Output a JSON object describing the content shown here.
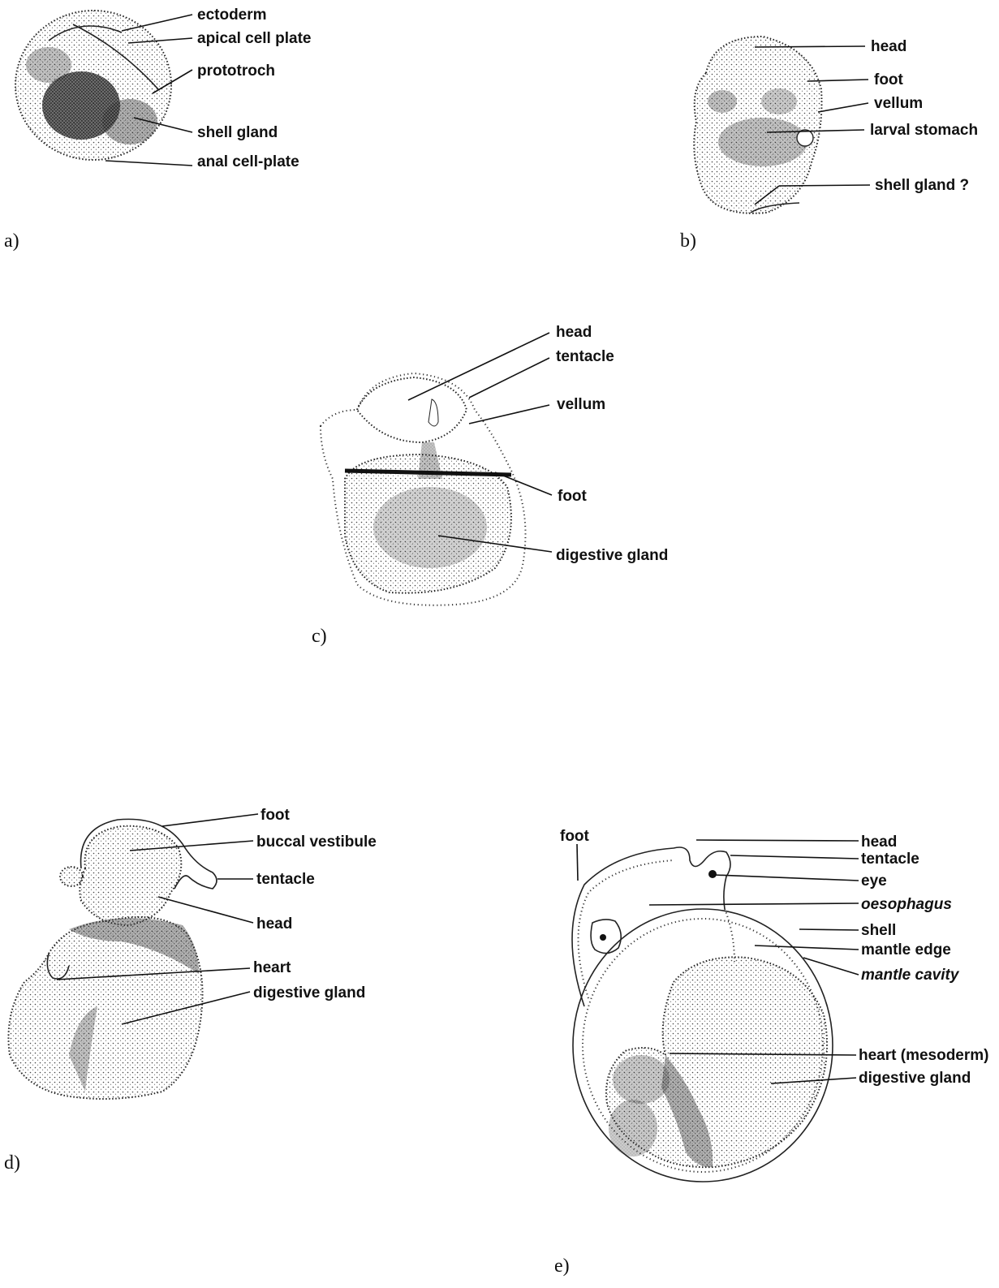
{
  "panels": {
    "a": {
      "panel_label": "a)",
      "labels": [
        "ectoderm",
        "apical cell plate",
        "prototroch",
        "shell gland",
        "anal cell-plate"
      ]
    },
    "b": {
      "panel_label": "b)",
      "labels": [
        "head",
        "foot",
        "vellum",
        "larval stomach",
        "shell gland ?"
      ]
    },
    "c": {
      "panel_label": "c)",
      "labels": [
        "head",
        "tentacle",
        "vellum",
        "foot",
        "digestive gland"
      ]
    },
    "d": {
      "panel_label": "d)",
      "labels": [
        "foot",
        "buccal vestibule",
        "tentacle",
        "head",
        "heart",
        "digestive gland"
      ]
    },
    "e": {
      "panel_label": "e)",
      "labels": [
        "foot",
        "head",
        "tentacle",
        "eye",
        "oesophagus",
        "shell",
        "mantle edge",
        "mantle cavity",
        "heart (mesoderm)",
        "digestive gland"
      ]
    }
  }
}
